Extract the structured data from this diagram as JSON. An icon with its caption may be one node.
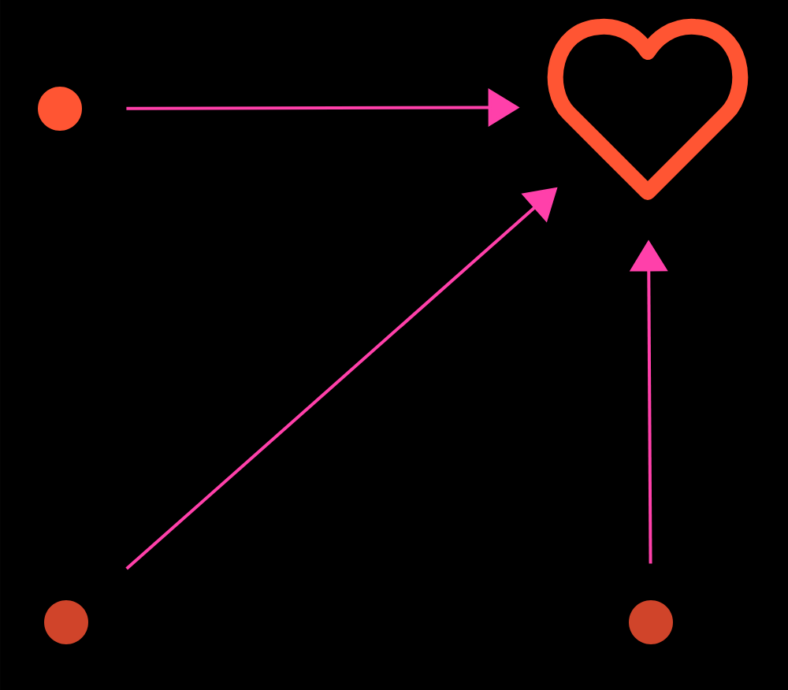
{
  "diagram": {
    "nodes": [
      {
        "text": [],
        "shape": "circle"
      },
      {
        "text": [],
        "shape": "heart"
      },
      {
        "text": [],
        "shape": "circle"
      },
      {
        "text": [],
        "shape": "circle"
      }
    ],
    "edges": [
      {
        "from": 0,
        "to": 1,
        "arrow": "to"
      },
      {
        "from": 2,
        "to": 1,
        "arrow": "to"
      },
      {
        "from": 3,
        "to": 1,
        "arrow": "to"
      }
    ]
  }
}
